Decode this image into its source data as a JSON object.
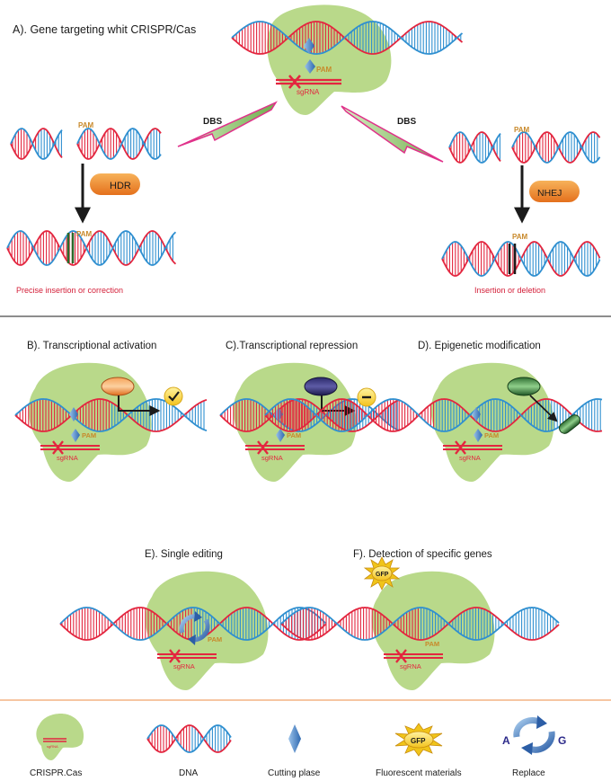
{
  "section_a": {
    "title": "A). Gene targeting whit CRISPR/Cas",
    "pam": "PAM",
    "sgrna": "sgRNA",
    "dbs": "DBS",
    "hdr": "HDR",
    "nhej": "NHEJ",
    "hdr_result": "Precise insertion or correction",
    "nhej_result": "Insertion or deletion"
  },
  "panels": [
    {
      "title": "B). Transcriptional activation"
    },
    {
      "title": "C).Transcriptional repression"
    },
    {
      "title": "D). Epigenetic modification"
    },
    {
      "title": "E). Single editing"
    },
    {
      "title": "F). Detection of specific genes"
    }
  ],
  "gfp": "GFP",
  "legend": {
    "items": [
      {
        "label": "CRISPR.Cas"
      },
      {
        "label": "DNA"
      },
      {
        "label": "Cutting plase"
      },
      {
        "label": "Fluorescent materials"
      },
      {
        "label": "Replace"
      }
    ],
    "replace_from": "A",
    "replace_to": "G"
  },
  "colors": {
    "cas_body": "#b9d98a",
    "dna_red": "#e3263f",
    "dna_blue": "#2f8fd0",
    "hdr_badge": "#ef8a2a",
    "accent_text": "#d4203a",
    "pam_text": "#c8892a"
  }
}
